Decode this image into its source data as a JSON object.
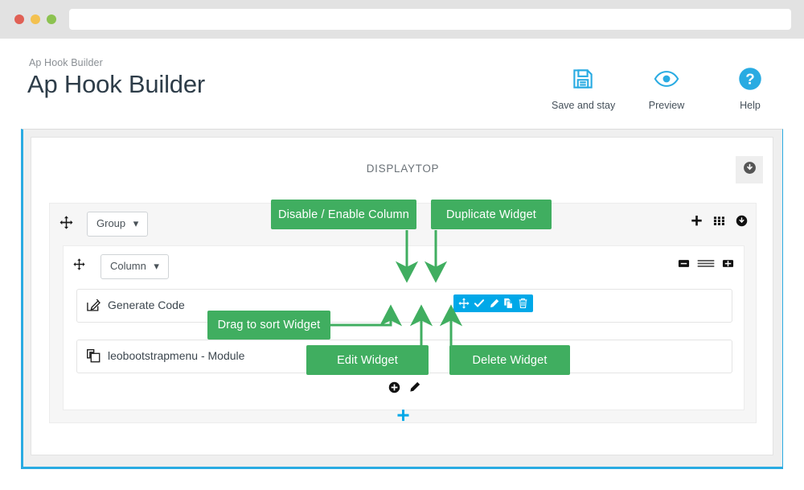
{
  "browser": {
    "traffic_lights": [
      "close",
      "minimize",
      "maximize"
    ],
    "url_value": "",
    "url_placeholder": ""
  },
  "header": {
    "breadcrumb": "Ap Hook Builder",
    "title": "Ap Hook Builder",
    "actions": [
      {
        "label": "Save and stay",
        "icon": "floppy-disk-icon"
      },
      {
        "label": "Preview",
        "icon": "eye-icon"
      },
      {
        "label": "Help",
        "icon": "question-circle-icon"
      }
    ]
  },
  "hook": {
    "name": "DISPLAYTOP",
    "collapse_icon": "arrow-down-circle-icon",
    "add_label": "+",
    "group": {
      "dropdown_label": "Group",
      "drag_icon": "arrows-move-icon",
      "tools": [
        {
          "icon": "plus-icon",
          "name": "add-group"
        },
        {
          "icon": "grid-icon",
          "name": "group-layout"
        },
        {
          "icon": "arrow-down-circle-icon",
          "name": "collapse-group"
        }
      ],
      "column": {
        "dropdown_label": "Column",
        "drag_icon": "arrows-move-icon",
        "tools": [
          {
            "icon": "minus-square-icon",
            "name": "decrease-column-width"
          },
          {
            "icon": "bars-icon",
            "name": "column-width-indicator"
          },
          {
            "icon": "plus-square-icon",
            "name": "increase-column-width"
          }
        ],
        "widgets": [
          {
            "label": "Generate Code",
            "icon": "pencil-square-icon",
            "toolbar": [
              {
                "icon": "arrows-move-icon",
                "name": "drag-widget"
              },
              {
                "icon": "check-icon",
                "name": "toggle-widget"
              },
              {
                "icon": "pencil-icon",
                "name": "edit-widget"
              },
              {
                "icon": "copy-icon",
                "name": "duplicate-widget"
              },
              {
                "icon": "trash-icon",
                "name": "delete-widget"
              }
            ]
          },
          {
            "label": "leobootstrapmenu - Module",
            "icon": "clone-icon",
            "toolbar": []
          }
        ],
        "footer_tools": [
          {
            "icon": "plus-circle-icon",
            "name": "add-widget"
          },
          {
            "icon": "pencil-icon",
            "name": "edit-column"
          }
        ]
      }
    }
  },
  "annotations": [
    {
      "text": "Disable / Enable Column",
      "name": "callout-disable-enable-column"
    },
    {
      "text": "Duplicate Widget",
      "name": "callout-duplicate-widget"
    },
    {
      "text": "Drag to sort Widget",
      "name": "callout-drag-to-sort-widget"
    },
    {
      "text": "Edit Widget",
      "name": "callout-edit-widget"
    },
    {
      "text": "Delete Widget",
      "name": "callout-delete-widget"
    }
  ],
  "colors": {
    "accent_blue": "#29ABE2",
    "toolbar_blue": "#00A8E8",
    "annotation_green": "#40AE60",
    "chrome_gray": "#e2e2e2",
    "panel_gray": "#efefef"
  }
}
